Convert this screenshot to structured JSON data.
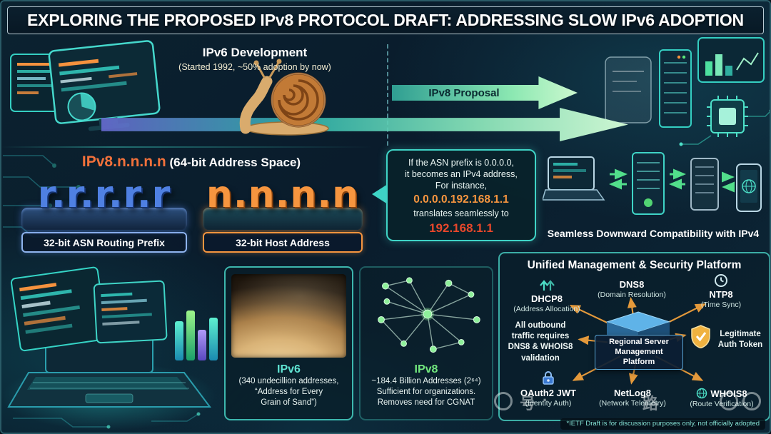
{
  "title": "EXPLORING THE PROPOSED IPv8 PROTOCOL DRAFT: ADDRESSING SLOW IPv6 ADOPTION",
  "colors": {
    "teal": "#3fd4c6",
    "orange": "#f5923e",
    "blue": "#4f80e2",
    "green": "#72e87e",
    "red": "#e8472b",
    "arrow_green": "#8ce8b2"
  },
  "timeline": {
    "ipv6_dev_title": "IPv6 Development",
    "ipv6_dev_sub": "(Started 1992, ~50% adoption by now)",
    "arrow_label": "IPv8 Proposal"
  },
  "address": {
    "heading_main": "IPv8.n.n.n.n",
    "heading_suffix": " (64-bit Address Space)",
    "prefix_glyphs": "r.r.r.r.r",
    "host_glyphs": "n.n.n.n",
    "prefix_label": "32-bit ASN Routing Prefix",
    "host_label": "32-bit Host Address"
  },
  "callout": {
    "line1": "If the ASN prefix is 0.0.0.0,",
    "line2": "it becomes an IPv4 address,",
    "line3": "For instance,",
    "ipv8_address": "0.0.0.0.192.168.1.1",
    "line4": "translates seamlessly to",
    "ipv4_address": "192.168.1.1"
  },
  "compat": {
    "caption": "Seamless Downward Compatibility with IPv4"
  },
  "ipv6_card": {
    "title": "IPv6",
    "line1": "(340 undecillion addresses,",
    "line2": "“Address for Every",
    "line3": "Grain of Sand”)"
  },
  "ipv8_card": {
    "title": "IPv8",
    "line1": "~184.4 Billion Addresses (2⁶⁴)",
    "line2": "Sufficient for organizations.",
    "line3": "Removes need for CGNAT"
  },
  "platform": {
    "title": "Unified Management & Security Platform",
    "center_label": "Regional Server Management Platform",
    "note_left": "All outbound traffic requires DNS8 & WHOIS8 validation",
    "note_right": "Legitimate Auth Token",
    "items": [
      {
        "name": "DHCP8",
        "desc": "(Address Allocation)",
        "icon": "double-up-arrows"
      },
      {
        "name": "DNS8",
        "desc": "(Domain Resolution)",
        "icon": ""
      },
      {
        "name": "NTP8",
        "desc": "(Time Sync)",
        "icon": "clock"
      },
      {
        "name": "OAuth2 JWT",
        "desc": "(Identity Auth)",
        "icon": "padlock"
      },
      {
        "name": "NetLog8",
        "desc": "(Network Telemetry)",
        "icon": ""
      },
      {
        "name": "WHOIS8",
        "desc": "(Route Verification)",
        "icon": "globe"
      }
    ]
  },
  "footnote": "*IETF Draft is for discussion purposes only, not officially adopted",
  "watermark": {
    "char1": "号",
    "dot": "·",
    "char2": "路"
  }
}
